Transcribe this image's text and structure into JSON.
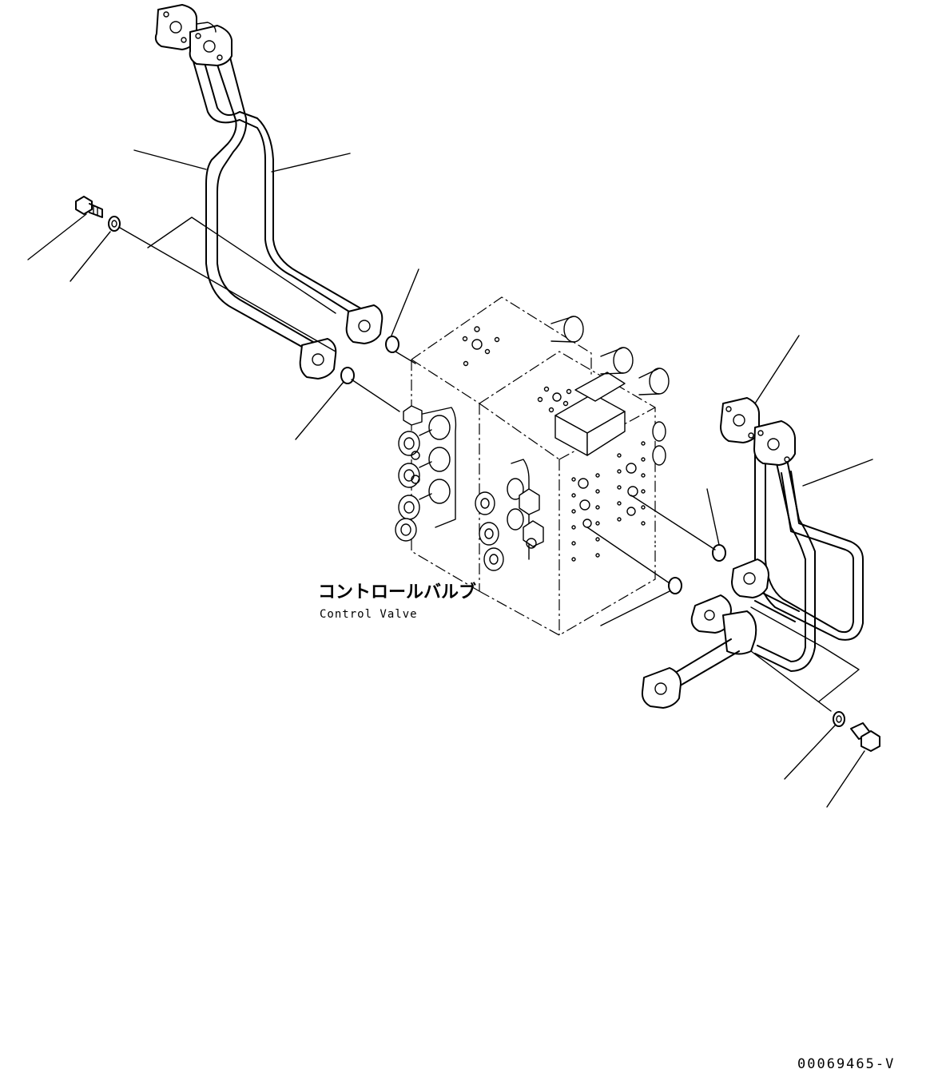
{
  "labels": {
    "part_name_jp": "コントロールバルブ",
    "part_name_en": "Control Valve",
    "drawing_code": "00069465-V"
  }
}
